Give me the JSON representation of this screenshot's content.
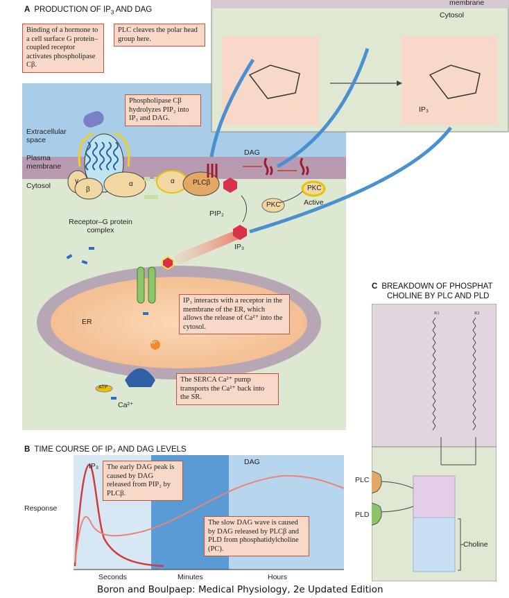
{
  "panelA": {
    "letter": "A",
    "title": "PRODUCTION OF IP",
    "title_sub": "3",
    "title_rest": " AND DAG",
    "note_hormone": "Binding of a hormone to a cell surface G protein–coupled receptor activates phospholipase Cβ.",
    "note_plc_cleaves": "PLC cleaves the polar head group here.",
    "note_hydrolyzes": "Phospholipase Cβ hydrolyzes PIP₂ into IP₃ and DAG.",
    "note_ip3_interacts": "IP₃ interacts with a receptor in the membrane of the ER, which allows the release of Ca²⁺ into the cytosol.",
    "note_serca": "The SERCA Ca²⁺ pump transports the Ca²⁺ back into the SR.",
    "label_extracellular": "Extracellular space",
    "label_plasma_membrane": "Plasma membrane",
    "label_cytosol": "Cytosol",
    "label_gamma": "γ",
    "label_beta": "β",
    "label_alpha1": "α",
    "label_alpha2": "α",
    "label_plcb": "PLCβ",
    "label_dag": "DAG",
    "label_pkc_active": "PKC",
    "label_active": "Active",
    "label_pkc": "PKC",
    "label_pip2": "PIP₂",
    "label_receptor_complex": "Receptor–G protein complex",
    "label_ip3": "IP₃",
    "label_er": "ER",
    "label_hplus": "H⁺",
    "label_atp": "ATP",
    "label_ca": "Ca²⁺",
    "inset_membrane": "membrane",
    "inset_cytosol": "Cytosol",
    "inset_ip3": "IP₃"
  },
  "panelB": {
    "letter": "B",
    "title": "TIME COURSE OF IP₃ AND DAG LEVELS",
    "ylabel": "Response",
    "series_ip3": "IP₃",
    "series_dag": "DAG",
    "x_seconds": "Seconds",
    "x_minutes": "Minutes",
    "x_hours": "Hours",
    "note_early": "The early DAG peak is caused by DAG released from PIP₂ by PLCβ.",
    "note_slow": "The slow DAG wave is caused by DAG released by PLCβ and PLD from phosphatidylcholine (PC)."
  },
  "panelC": {
    "letter": "C",
    "title_line1": "BREAKDOWN OF PHOSPHAT",
    "title_line2": "CHOLINE BY PLC AND PLD",
    "label_plc": "PLC",
    "label_pld": "PLD",
    "label_choline": "Choline",
    "label_r1": "R1",
    "label_r2": "R2"
  },
  "caption": "Boron and Boulpaep: Medical Physiology, 2e Updated Edition",
  "colors": {
    "extracellular": "#a9cde9",
    "membrane": "#b89bb0",
    "cytosol": "#dde8d2",
    "note_fill": "#f8d9c8",
    "note_border": "#c8513a",
    "ip3_curve": "#d23a3a",
    "dag_curve": "#e8857a",
    "arrow_blue": "#4a90d0"
  }
}
